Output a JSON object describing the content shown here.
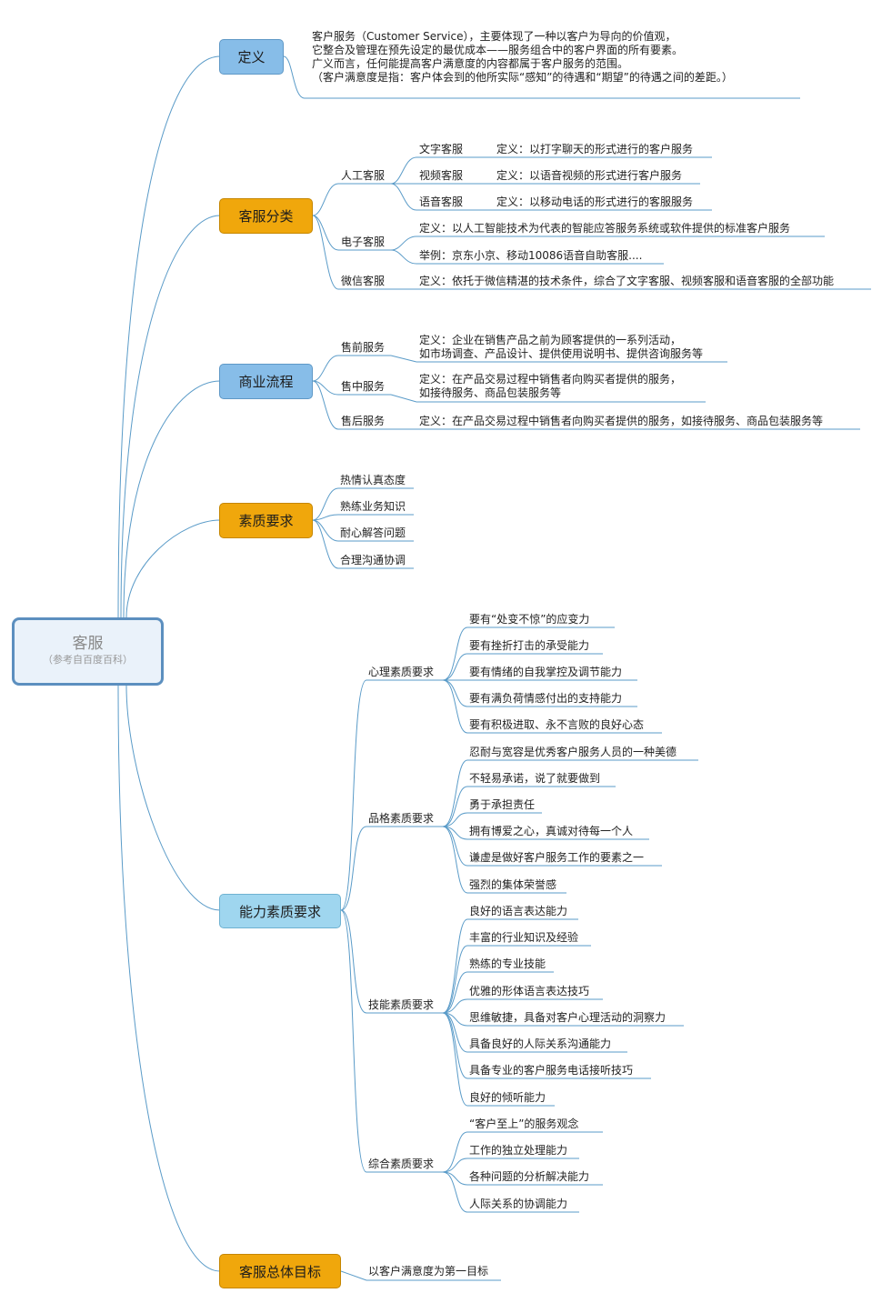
{
  "root": {
    "title": "客服",
    "subtitle": "（参考自百度百科）"
  },
  "topics": {
    "definition": {
      "label": "定义",
      "lines": [
        "客户服务（Customer Service），主要体现了一种以客户为导向的价值观，",
        "它整合及管理在预先设定的最优成本——服务组合中的客户界面的所有要素。",
        "广义而言，任何能提高客户满意度的内容都属于客户服务的范围。",
        "（客户满意度是指：客户体会到的他所实际“感知”的待遇和“期望”的待遇之间的差距。）"
      ]
    },
    "categories": {
      "label": "客服分类",
      "manual": {
        "label": "人工客服",
        "items": [
          {
            "name": "文字客服",
            "def": "定义：以打字聊天的形式进行的客户服务"
          },
          {
            "name": "视频客服",
            "def": "定义：以语音视频的形式进行客户服务"
          },
          {
            "name": "语音客服",
            "def": "定义：以移动电话的形式进行的客服服务"
          }
        ]
      },
      "electronic": {
        "label": "电子客服",
        "items": [
          "定义：以人工智能技术为代表的智能应答服务系统或软件提供的标准客户服务",
          "举例：京东小京、移动10086语音自助客服...."
        ]
      },
      "wechat": {
        "label": "微信客服",
        "def": "定义：依托于微信精湛的技术条件，综合了文字客服、视频客服和语音客服的全部功能"
      }
    },
    "process": {
      "label": "商业流程",
      "presale": {
        "label": "售前服务",
        "lines": [
          "定义：企业在销售产品之前为顾客提供的一系列活动，",
          "如市场调查、产品设计、提供使用说明书、提供咨询服务等"
        ]
      },
      "midsale": {
        "label": "售中服务",
        "lines": [
          "定义：在产品交易过程中销售者向购买者提供的服务，",
          "如接待服务、商品包装服务等"
        ]
      },
      "aftersale": {
        "label": "售后服务",
        "def": "定义：在产品交易过程中销售者向购买者提供的服务，如接待服务、商品包装服务等"
      }
    },
    "quality": {
      "label": "素质要求",
      "items": [
        "热情认真态度",
        "熟练业务知识",
        "耐心解答问题",
        "合理沟通协调"
      ]
    },
    "ability": {
      "label": "能力素质要求",
      "psychological": {
        "label": "心理素质要求",
        "items": [
          "要有“处变不惊”的应变力",
          "要有挫折打击的承受能力",
          "要有情绪的自我掌控及调节能力",
          "要有满负荷情感付出的支持能力",
          "要有积极进取、永不言败的良好心态"
        ]
      },
      "character": {
        "label": "品格素质要求",
        "items": [
          "忍耐与宽容是优秀客户服务人员的一种美德",
          "不轻易承诺，说了就要做到",
          "勇于承担责任",
          "拥有博爱之心，真诚对待每一个人",
          "谦虚是做好客户服务工作的要素之一",
          "强烈的集体荣誉感"
        ]
      },
      "skill": {
        "label": "技能素质要求",
        "items": [
          "良好的语言表达能力",
          "丰富的行业知识及经验",
          "熟练的专业技能",
          "优雅的形体语言表达技巧",
          "思维敏捷，具备对客户心理活动的洞察力",
          "具备良好的人际关系沟通能力",
          "具备专业的客户服务电话接听技巧",
          "良好的倾听能力"
        ]
      },
      "comprehensive": {
        "label": "综合素质要求",
        "items": [
          "“客户至上”的服务观念",
          "工作的独立处理能力",
          "各种问题的分析解决能力",
          "人际关系的协调能力"
        ]
      }
    },
    "goal": {
      "label": "客服总体目标",
      "text": "以客户满意度为第一目标"
    }
  },
  "colors": {
    "line": "#5a9bc8",
    "blue_topic": "#87bde8",
    "orange_topic": "#f0a70c",
    "cyan_topic": "#9fd6ef",
    "root_border": "#5c8fbf"
  }
}
